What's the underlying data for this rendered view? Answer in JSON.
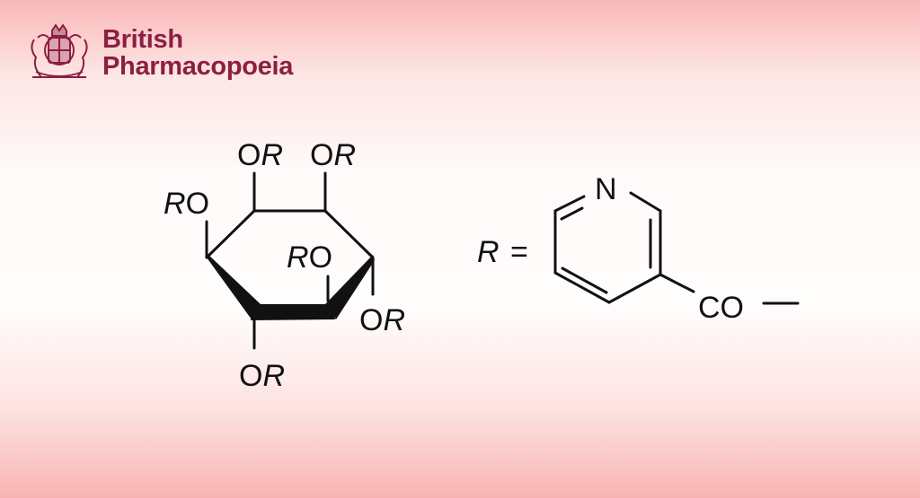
{
  "logo": {
    "line1": "British",
    "line2": "Pharmacopoeia",
    "color": "#8b1f42",
    "emblem": "royal-coat-of-arms"
  },
  "structure": {
    "ring_labels": [
      {
        "o": "O",
        "r": "R",
        "order": "OR"
      },
      {
        "o": "O",
        "r": "R",
        "order": "OR"
      },
      {
        "o": "O",
        "r": "R",
        "order": "RO"
      },
      {
        "o": "O",
        "r": "R",
        "order": "RO"
      },
      {
        "o": "O",
        "r": "R",
        "order": "OR"
      },
      {
        "o": "O",
        "r": "R",
        "order": "OR"
      }
    ],
    "r_definition": {
      "r": "R",
      "equals": "=",
      "nitrogen": "N",
      "carbonyl": "CO"
    }
  }
}
